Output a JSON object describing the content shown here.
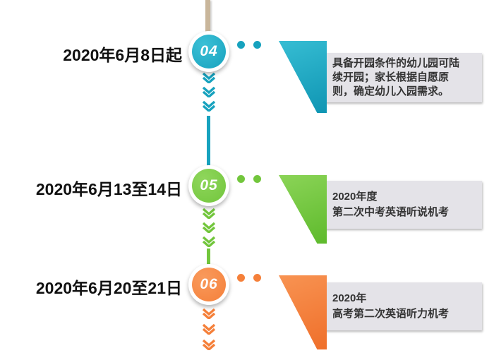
{
  "timeline": {
    "items": [
      {
        "number": "04",
        "date": "2020年6月8日起",
        "lines": [
          "具备开园条件的幼儿园可陆",
          "续开园；家长根据自愿原",
          "则，确定幼儿入园需求。"
        ]
      },
      {
        "number": "05",
        "date": "2020年6月13至14日",
        "lines": [
          "2020年度",
          "第二次中考英语听说机考"
        ]
      },
      {
        "number": "06",
        "date": "2020年6月20至21日",
        "lines": [
          "2020年",
          "高考第二次英语听力机考"
        ]
      }
    ]
  },
  "colors": {
    "teal": "#17a2be",
    "green": "#72c63c",
    "orange": "#f5803a",
    "tan": "#c9b69b",
    "card-bg": "#e4e3e8",
    "card-text": "#333333"
  }
}
